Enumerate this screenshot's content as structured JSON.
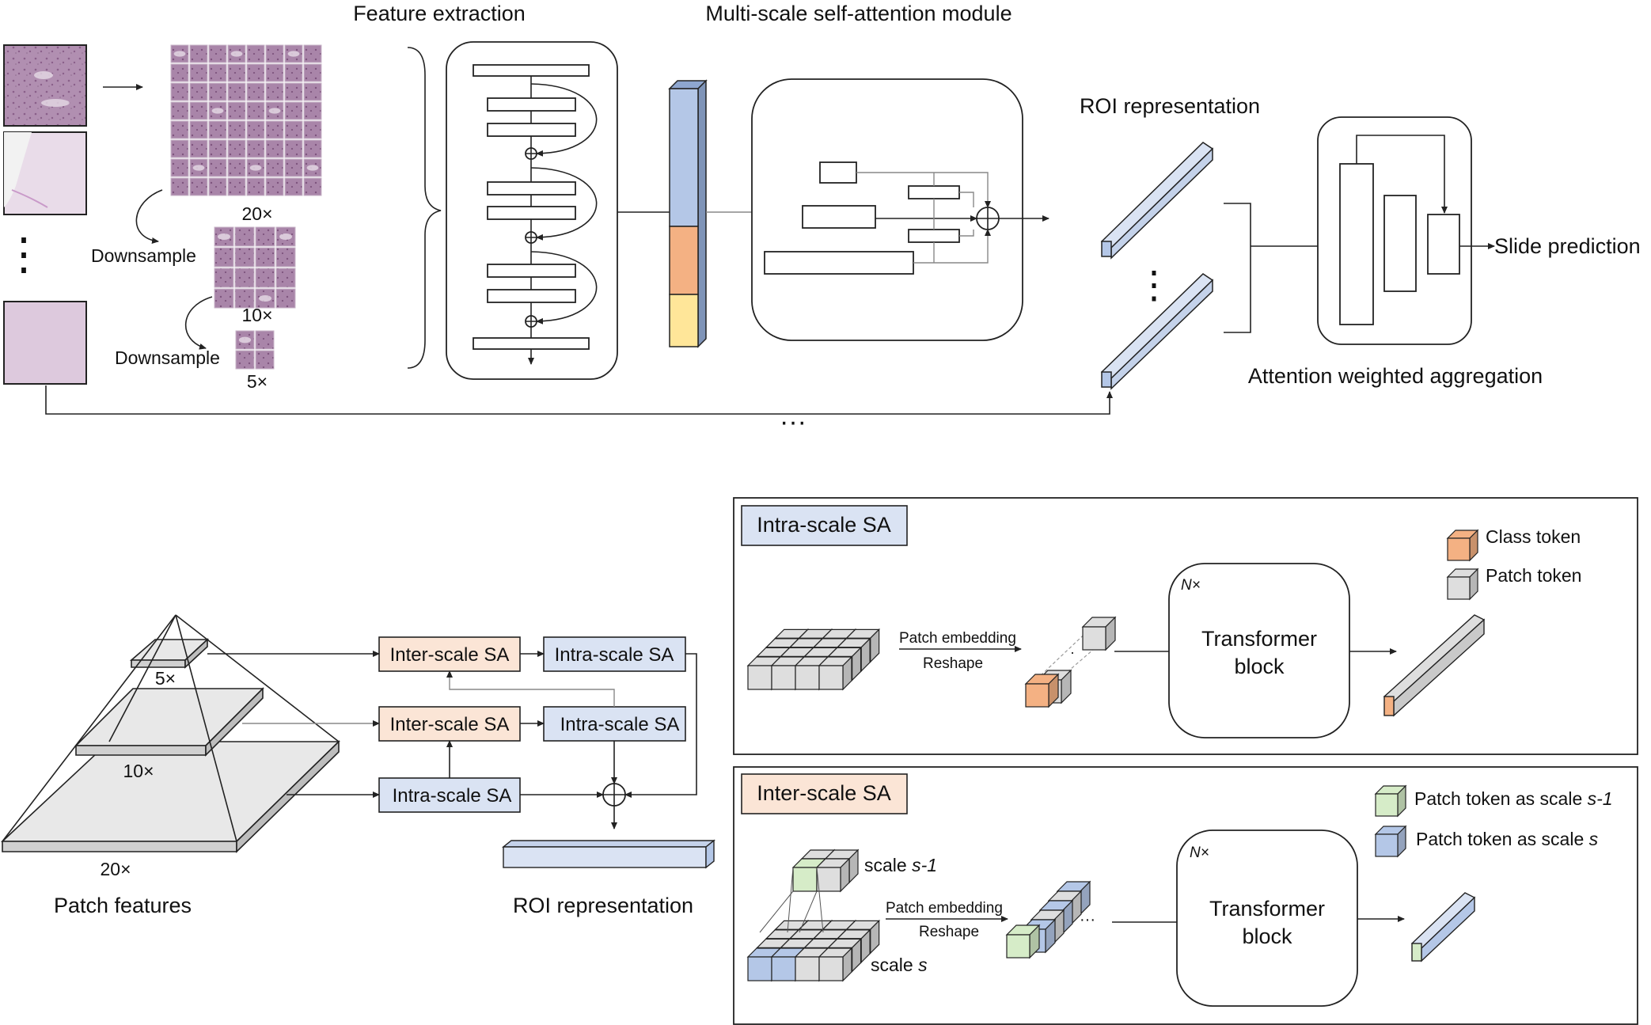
{
  "top": {
    "feature_extraction": "Feature extraction",
    "multiscale_module": "Multi-scale self-attention module",
    "roi_representation": "ROI representation",
    "attention_aggregation": "Attention weighted aggregation",
    "slide_prediction": "Slide prediction",
    "mag_20": "20×",
    "mag_10": "10×",
    "mag_5": "5×",
    "downsample_1": "Downsample",
    "downsample_2": "Downsample",
    "vdots": "⋮",
    "ellipsis": "···"
  },
  "pyramid": {
    "mag_5": "5×",
    "mag_10": "10×",
    "mag_20": "20×",
    "label": "Patch features",
    "blocks": {
      "inter_5": "Inter-scale SA",
      "intra_5": "Intra-scale SA",
      "inter_10": "Inter-scale SA",
      "intra_10": "Intra-scale SA",
      "intra_20": "Intra-scale SA"
    },
    "roi_label": "ROI representation"
  },
  "intra_panel": {
    "title": "Intra-scale SA",
    "class_token": "Class token",
    "patch_token": "Patch token",
    "embed_label": "Patch embedding",
    "reshape_label": "Reshape",
    "nx": "N×",
    "transformer_line1": "Transformer",
    "transformer_line2": "block"
  },
  "inter_panel": {
    "title": "Inter-scale SA",
    "legend_prev_prefix": "Patch token as scale ",
    "legend_prev_var": "s-1",
    "legend_cur_prefix": "Patch token as scale ",
    "legend_cur_var": "s",
    "scale_prev_prefix": "scale ",
    "scale_prev_var": "s-1",
    "scale_cur_prefix": "scale ",
    "scale_cur_var": "s",
    "embed_label": "Patch embedding",
    "reshape_label": "Reshape",
    "dots": "···",
    "nx": "N×",
    "transformer_line1": "Transformer",
    "transformer_line2": "block"
  },
  "colors": {
    "tissue": "#b893b8",
    "tissue_light": "#dccbdc",
    "blue": "#b4c7e7",
    "orange": "#f4b183",
    "yellow": "#ffe699",
    "inter_fill": "#fbe5d6",
    "intra_fill": "#dae3f3",
    "green": "#d6ecc8",
    "gray_cube": "#dedede",
    "plate": "#e8e8e8"
  }
}
